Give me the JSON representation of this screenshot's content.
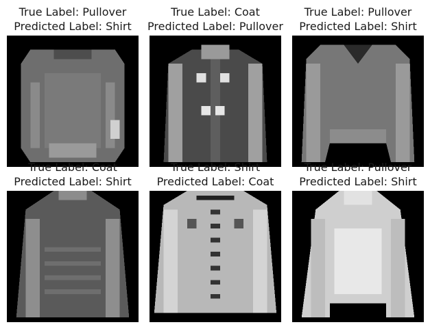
{
  "panels": [
    {
      "true_label": "True Label: Pullover",
      "predicted_label": "Predicted Label: Shirt"
    },
    {
      "true_label": "True Label: Coat",
      "predicted_label": "Predicted Label: Pullover"
    },
    {
      "true_label": "True Label: Pullover",
      "predicted_label": "Predicted Label: Shirt"
    },
    {
      "true_label": "True Label: Coat",
      "predicted_label": "Predicted Label: Shirt"
    },
    {
      "true_label": "True Label: Shirt",
      "predicted_label": "Predicted Label: Coat"
    },
    {
      "true_label": "True Label: Pullover",
      "predicted_label": "Predicted Label: Shirt"
    }
  ]
}
